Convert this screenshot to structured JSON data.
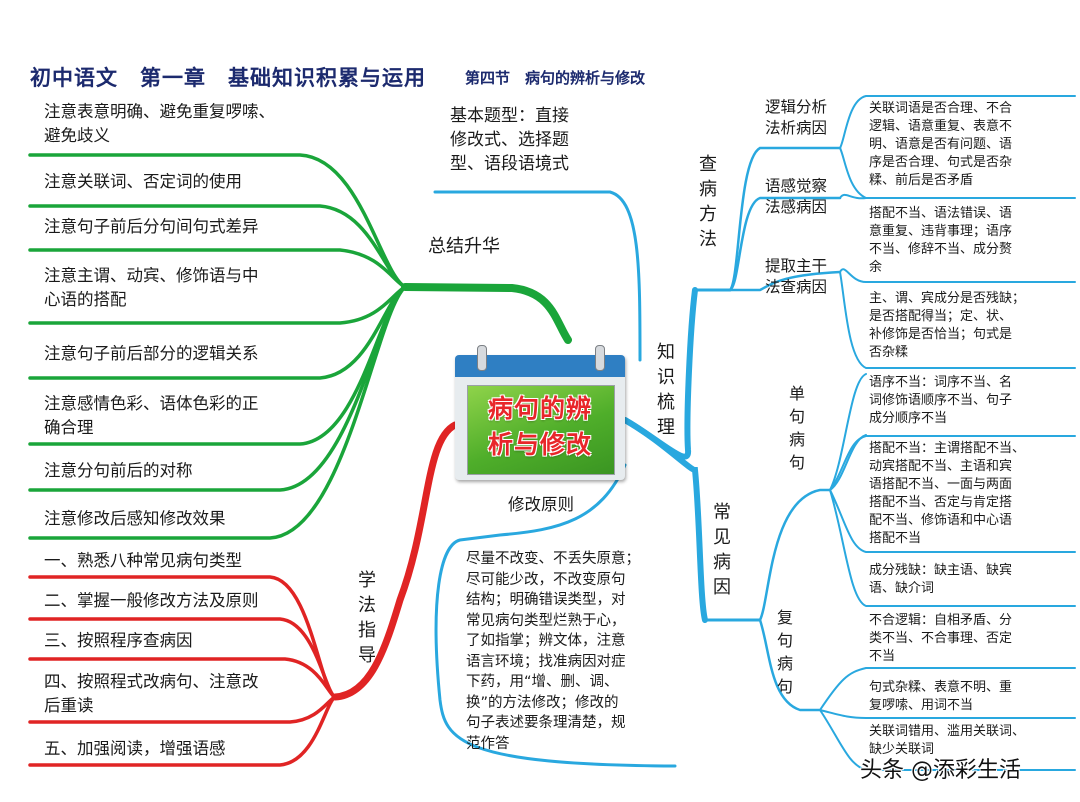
{
  "title": {
    "main": "初中语文　第一章　基础知识积累与运用",
    "section": "第四节　病句的辨析与修改"
  },
  "center": {
    "line1": "病句的辨",
    "line2": "析与修改"
  },
  "summary": {
    "label": "总结升华",
    "items": [
      [
        "注意表意明确、避免重复啰嗦、",
        "避免歧义"
      ],
      [
        "注意关联词、否定词的使用"
      ],
      [
        "注意句子前后分句间句式差异"
      ],
      [
        "注意主谓、动宾、修饰语与中",
        "心语的搭配"
      ],
      [
        "注意句子前后部分的逻辑关系"
      ],
      [
        "注意感情色彩、语体色彩的正",
        "确合理"
      ],
      [
        "注意分句前后的对称"
      ],
      [
        "注意修改后感知修改效果"
      ]
    ]
  },
  "method": {
    "label": [
      "学",
      "法",
      "指",
      "导"
    ],
    "items": [
      [
        "一、熟悉八种常见病句类型"
      ],
      [
        "二、掌握一般修改方法及原则"
      ],
      [
        "三、按照程序查病因"
      ],
      [
        "四、按照程式改病句、注意改",
        "后重读"
      ],
      [
        "五、加强阅读，增强语感"
      ]
    ]
  },
  "knowledge": {
    "label": [
      "知",
      "识",
      "梳",
      "理"
    ],
    "question_types": [
      "基本题型：直接",
      "修改式、选择题",
      "型、语段语境式"
    ]
  },
  "principle": {
    "label": "修改原则",
    "text": [
      "尽量不改变、不丢失原意；",
      "尽可能少改，不改变原句",
      "结构；明确错误类型，对",
      "常见病句类型烂熟于心，",
      "了如指掌；辨文体，注意",
      "语言环境；找准病因对症",
      "下药，用“增、删、调、",
      "换”的方法修改；修改的",
      "句子表述要条理清楚，规",
      "范作答"
    ]
  },
  "check": {
    "label": [
      "查",
      "病",
      "方",
      "法"
    ],
    "methods": [
      {
        "name": [
          "逻辑分析",
          "法析病因"
        ],
        "note": [
          "关联词语是否合理、不合",
          "逻辑、语意重复、表意不",
          "明、语意是否有问题、语",
          "序是否合理、句式是否杂",
          "糅、前后是否矛盾"
        ]
      },
      {
        "name": [
          "语感觉察",
          "法感病因"
        ],
        "note": [
          "搭配不当、语法错误、语",
          "意重复、违背事理；语序",
          "不当、修辞不当、成分赘",
          "余"
        ]
      },
      {
        "name": [
          "提取主干",
          "法查病因"
        ],
        "note": [
          "主、谓、宾成分是否残缺；",
          "是否搭配得当；定、状、",
          "补修饰是否恰当；句式是",
          "否杂糅"
        ]
      }
    ]
  },
  "common": {
    "label": [
      "常",
      "见",
      "病",
      "因"
    ],
    "single": {
      "label": [
        "单",
        "句",
        "病",
        "句"
      ],
      "notes": [
        [
          "语序不当：词序不当、名",
          "词修饰语顺序不当、句子",
          "成分顺序不当"
        ],
        [
          "搭配不当：主谓搭配不当、",
          "动宾搭配不当、主语和宾",
          "语搭配不当、一面与两面",
          "搭配不当、否定与肯定搭",
          "配不当、修饰语和中心语",
          "搭配不当"
        ],
        [
          "成分残缺：缺主语、缺宾",
          "语、缺介词"
        ]
      ]
    },
    "compound": {
      "label": [
        "复",
        "句",
        "病",
        "句"
      ],
      "notes": [
        [
          "不合逻辑：自相矛盾、分",
          "类不当、不合事理、否定",
          "不当"
        ],
        [
          "句式杂糅、表意不明、重",
          "复啰嗦、用词不当"
        ],
        [
          "关联词错用、滥用关联词、",
          "缺少关联词"
        ]
      ]
    }
  },
  "watermark": "头条 @添彩生活",
  "colors": {
    "green": "#1aa53a",
    "red": "#e02424",
    "blue": "#29a8df",
    "title": "#1c2a6e"
  }
}
